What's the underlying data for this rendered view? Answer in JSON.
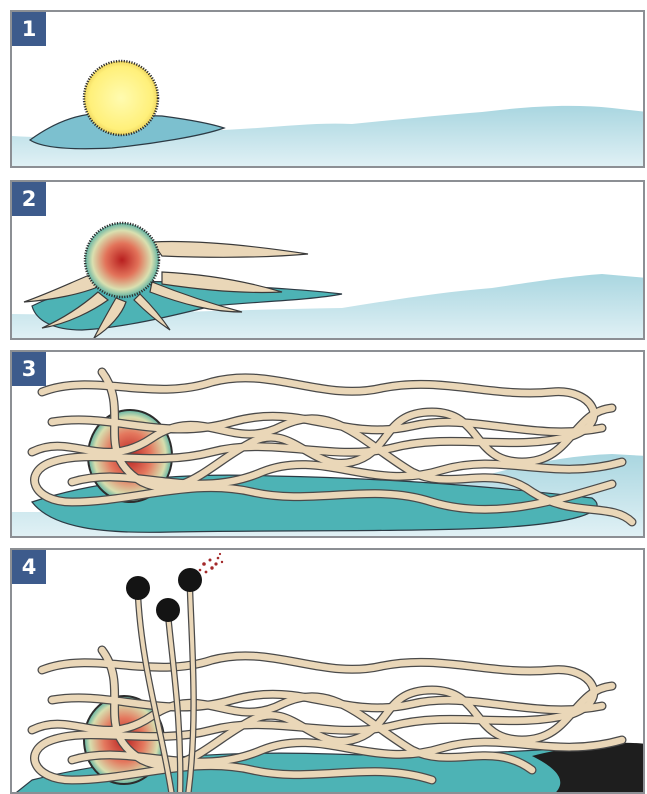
{
  "panels": [
    {
      "label": "1"
    },
    {
      "label": "2"
    },
    {
      "label": "3"
    },
    {
      "label": "4"
    }
  ],
  "colors": {
    "border": "#8c8f94",
    "badge": "#3d5b8c",
    "surface_blue": "#a9d6e0",
    "surface_teal": "#4db3b5",
    "spore_yellow": "#fff37a",
    "spore_center_red": "#c12a22",
    "hyphae_beige": "#ead7b8",
    "sporangium_black": "#141414"
  }
}
